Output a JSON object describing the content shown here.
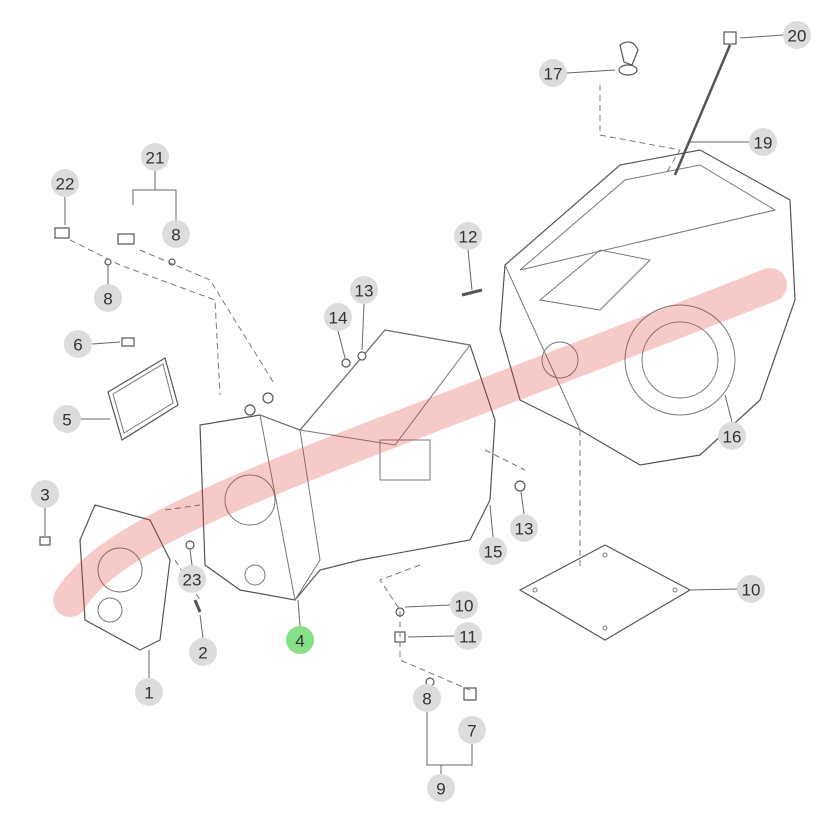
{
  "diagram": {
    "callouts": [
      {
        "label": "20",
        "highlight": false
      },
      {
        "label": "17",
        "highlight": false
      },
      {
        "label": "19",
        "highlight": false
      },
      {
        "label": "21",
        "highlight": false
      },
      {
        "label": "22",
        "highlight": false
      },
      {
        "label": "8",
        "highlight": false
      },
      {
        "label": "12",
        "highlight": false
      },
      {
        "label": "8",
        "highlight": false
      },
      {
        "label": "13",
        "highlight": false
      },
      {
        "label": "14",
        "highlight": false
      },
      {
        "label": "6",
        "highlight": false
      },
      {
        "label": "5",
        "highlight": false
      },
      {
        "label": "16",
        "highlight": false
      },
      {
        "label": "3",
        "highlight": false
      },
      {
        "label": "13",
        "highlight": false
      },
      {
        "label": "15",
        "highlight": false
      },
      {
        "label": "23",
        "highlight": false
      },
      {
        "label": "10",
        "highlight": false
      },
      {
        "label": "10",
        "highlight": false
      },
      {
        "label": "4",
        "highlight": true
      },
      {
        "label": "11",
        "highlight": false
      },
      {
        "label": "2",
        "highlight": false
      },
      {
        "label": "1",
        "highlight": false
      },
      {
        "label": "8",
        "highlight": false
      },
      {
        "label": "7",
        "highlight": false
      },
      {
        "label": "9",
        "highlight": false
      }
    ],
    "colors": {
      "circle": "#dcdcdc",
      "highlight": "#86e08a",
      "watermark": "#e23a3a"
    }
  }
}
